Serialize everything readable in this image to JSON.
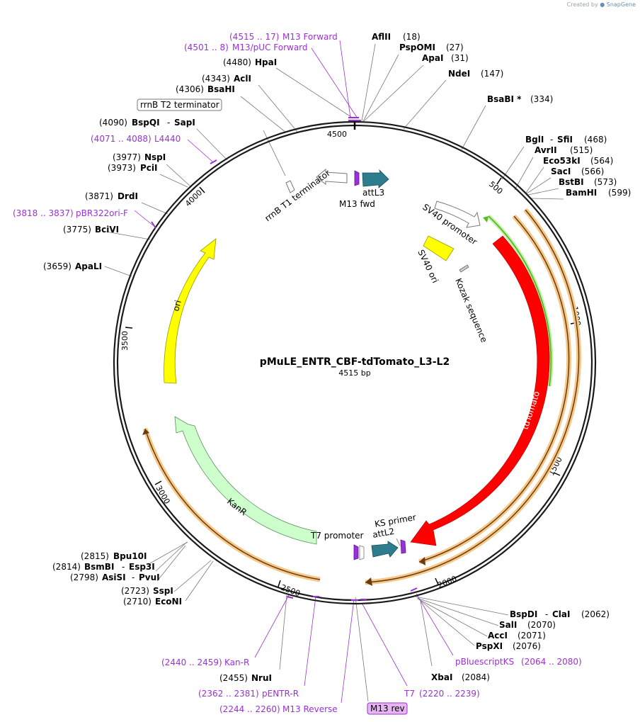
{
  "credit": {
    "prefix": "Created by",
    "brand": "SnapGene"
  },
  "plasmid": {
    "name": "pMuLE_ENTR_CBF-tdTomato_L3-L2",
    "size_label": "4515 bp"
  },
  "ticks": [
    "500",
    "1000",
    "1500",
    "2000",
    "2500",
    "3000",
    "3500",
    "4000",
    "4500"
  ],
  "enzymes": {
    "aflii": {
      "name": "AflII",
      "pos": "(18)"
    },
    "pspomi": {
      "name": "PspOMI",
      "pos": "(27)"
    },
    "apai": {
      "name": "ApaI",
      "pos": "(31)"
    },
    "ndei": {
      "name": "NdeI",
      "pos": "(147)"
    },
    "bsabi": {
      "name": "BsaBI *",
      "pos": "(334)"
    },
    "bgli": {
      "name": "BglI",
      "name2": "SfiI",
      "pos": "(468)"
    },
    "avrii": {
      "name": "AvrII",
      "pos": "(515)"
    },
    "eco53ki": {
      "name": "Eco53kI",
      "pos": "(564)"
    },
    "saci": {
      "name": "SacI",
      "pos": "(566)"
    },
    "bstbi": {
      "name": "BstBI",
      "pos": "(573)"
    },
    "bamhi": {
      "name": "BamHI",
      "pos": "(599)"
    },
    "hpai": {
      "name": "HpaI",
      "pos": "(4480)"
    },
    "acli": {
      "name": "AclI",
      "pos": "(4343)"
    },
    "bsahi": {
      "name": "BsaHI",
      "pos": "(4306)"
    },
    "bspqi": {
      "name": "BspQI",
      "name2": "SapI",
      "pos": "(4090)"
    },
    "nspi": {
      "name": "NspI",
      "pos": "(3977)"
    },
    "pcii": {
      "name": "PciI",
      "pos": "(3973)"
    },
    "drdi": {
      "name": "DrdI",
      "pos": "(3871)"
    },
    "bcivi": {
      "name": "BciVI",
      "pos": "(3775)"
    },
    "apali": {
      "name": "ApaLI",
      "pos": "(3659)"
    },
    "bpu10i": {
      "name": "Bpu10I",
      "pos": "(2815)"
    },
    "bsmbi": {
      "name": "BsmBI",
      "name2": "Esp3I",
      "pos": "(2814)"
    },
    "asisi": {
      "name": "AsiSI",
      "name2": "PvuI",
      "pos": "(2798)"
    },
    "sspi": {
      "name": "SspI",
      "pos": "(2723)"
    },
    "econi": {
      "name": "EcoNI",
      "pos": "(2710)"
    },
    "nrui": {
      "name": "NruI",
      "pos": "(2455)"
    },
    "bspdi": {
      "name": "BspDI",
      "name2": "ClaI",
      "pos": "(2062)"
    },
    "sali": {
      "name": "SalI",
      "pos": "(2070)"
    },
    "acci": {
      "name": "AccI",
      "pos": "(2071)"
    },
    "pspxi": {
      "name": "PspXI",
      "pos": "(2076)"
    },
    "xbai": {
      "name": "XbaI",
      "pos": "(2084)"
    }
  },
  "primers": {
    "m13fwd": {
      "range": "(4515 .. 17)",
      "name": "M13 Forward"
    },
    "m13puc": {
      "range": "(4501 .. 8)",
      "name": "M13/pUC Forward"
    },
    "l4440": {
      "range": "(4071 .. 4088)",
      "name": "L4440"
    },
    "pbr322": {
      "range": "(3818 .. 3837)",
      "name": "pBR322ori-F"
    },
    "kanr": {
      "range": "(2440 .. 2459)",
      "name": "Kan-R"
    },
    "pentr": {
      "range": "(2362 .. 2381)",
      "name": "pENTR-R"
    },
    "m13rev": {
      "range": "(2244 .. 2260)",
      "name": "M13 Reverse"
    },
    "t7": {
      "name": "T7",
      "range": "(2220 .. 2239)"
    },
    "pbsks": {
      "name": "pBluescriptKS",
      "range": "(2064 .. 2080)"
    }
  },
  "features": {
    "rrnb_t2": "rrnB T2 terminator",
    "rrnb_t1": "rrnB T1 terminator",
    "m13_fwd": "M13 fwd",
    "attl3": "attL3",
    "sv40_promoter": "SV40 promoter",
    "sv40_ori": "SV40 ori",
    "kozak": "Kozak sequence",
    "ori": "ori",
    "tdtomato": "tdTomato",
    "kanr": "KanR",
    "t7_promoter": "T7 promoter",
    "ks_primer": "KS primer",
    "attl2": "attL2",
    "m13_rev": "M13 rev"
  },
  "colors": {
    "ring": "#1a1a1a",
    "primer": "#9b30d9",
    "ori": "#ffff00",
    "tdtomato": "#ff0000",
    "kanr": "#ccffcc",
    "att": "#2e7d8f",
    "orange_highlight": "#f5c888",
    "green_line": "#55bb22",
    "feature_outline": "#888888"
  }
}
